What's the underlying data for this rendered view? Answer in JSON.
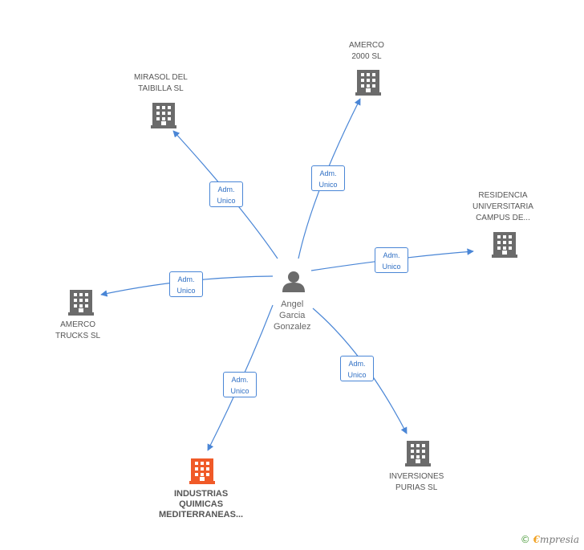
{
  "colors": {
    "edge": "#4a86d6",
    "company_icon": "#6b6b6b",
    "highlight_icon": "#f05a28",
    "person_icon": "#6b6b6b"
  },
  "center": {
    "icon": "person-icon",
    "label_lines": [
      "Angel",
      "Garcia",
      "Gonzalez"
    ]
  },
  "nodes": [
    {
      "id": "amerco-2000",
      "icon": "building-icon",
      "highlight": false,
      "label_lines": [
        "AMERCO",
        "2000 SL"
      ],
      "edge_label": [
        "Adm.",
        "Unico"
      ]
    },
    {
      "id": "mirasol",
      "icon": "building-icon",
      "highlight": false,
      "label_lines": [
        "MIRASOL DEL",
        "TAIBILLA SL"
      ],
      "edge_label": [
        "Adm.",
        "Unico"
      ]
    },
    {
      "id": "residencia",
      "icon": "building-icon",
      "highlight": false,
      "label_lines": [
        "RESIDENCIA",
        "UNIVERSITARIA",
        "CAMPUS DE..."
      ],
      "edge_label": [
        "Adm.",
        "Unico"
      ]
    },
    {
      "id": "amerco-trucks",
      "icon": "building-icon",
      "highlight": false,
      "label_lines": [
        "AMERCO",
        "TRUCKS SL"
      ],
      "edge_label": [
        "Adm.",
        "Unico"
      ]
    },
    {
      "id": "industrias",
      "icon": "building-icon",
      "highlight": true,
      "label_lines": [
        "INDUSTRIAS",
        "QUIMICAS",
        "MEDITERRANEAS..."
      ],
      "edge_label": [
        "Adm.",
        "Unico"
      ]
    },
    {
      "id": "inversiones",
      "icon": "building-icon",
      "highlight": false,
      "label_lines": [
        "INVERSIONES",
        "PURIAS SL"
      ],
      "edge_label": [
        "Adm.",
        "Unico"
      ]
    }
  ],
  "footer": {
    "copyright_symbol": "©",
    "brand_initial": "€",
    "brand_rest": "mpresia"
  }
}
